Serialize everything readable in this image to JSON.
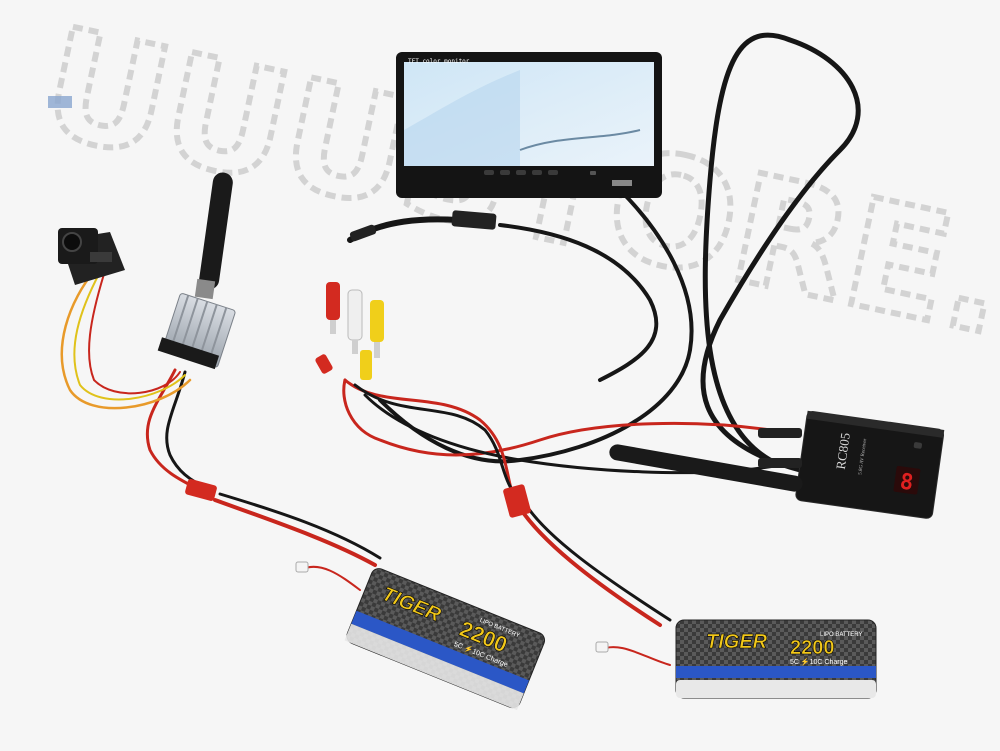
{
  "photo": {
    "watermark": "UUUSTORE.com",
    "monitor_label": "TFT color monitor",
    "receiver_model": "RC805",
    "receiver_subtitle": "5.8G AV Receiver",
    "receiver_display": "8",
    "battery_left": {
      "brand": "TIGER",
      "capacity": "2200",
      "rating": "5C ⚡10C Charge",
      "tag": "LIPO BATTERY"
    },
    "battery_right": {
      "brand": "TIGER",
      "capacity": "2200",
      "rating": "5C ⚡10C Charge",
      "tag": "LIPO BATTERY"
    }
  },
  "colors": {
    "background": "#f6f6f6",
    "wire_red": "#c8261d",
    "wire_black": "#161616",
    "wire_orange": "#e89a2a",
    "rca_yellow": "#f0cf1a",
    "rca_white": "#efefef",
    "rca_red": "#d32a20",
    "receiver_led": "#e02020",
    "battery_yellow": "#f2c81a",
    "battery_blue": "#2b57c6"
  }
}
